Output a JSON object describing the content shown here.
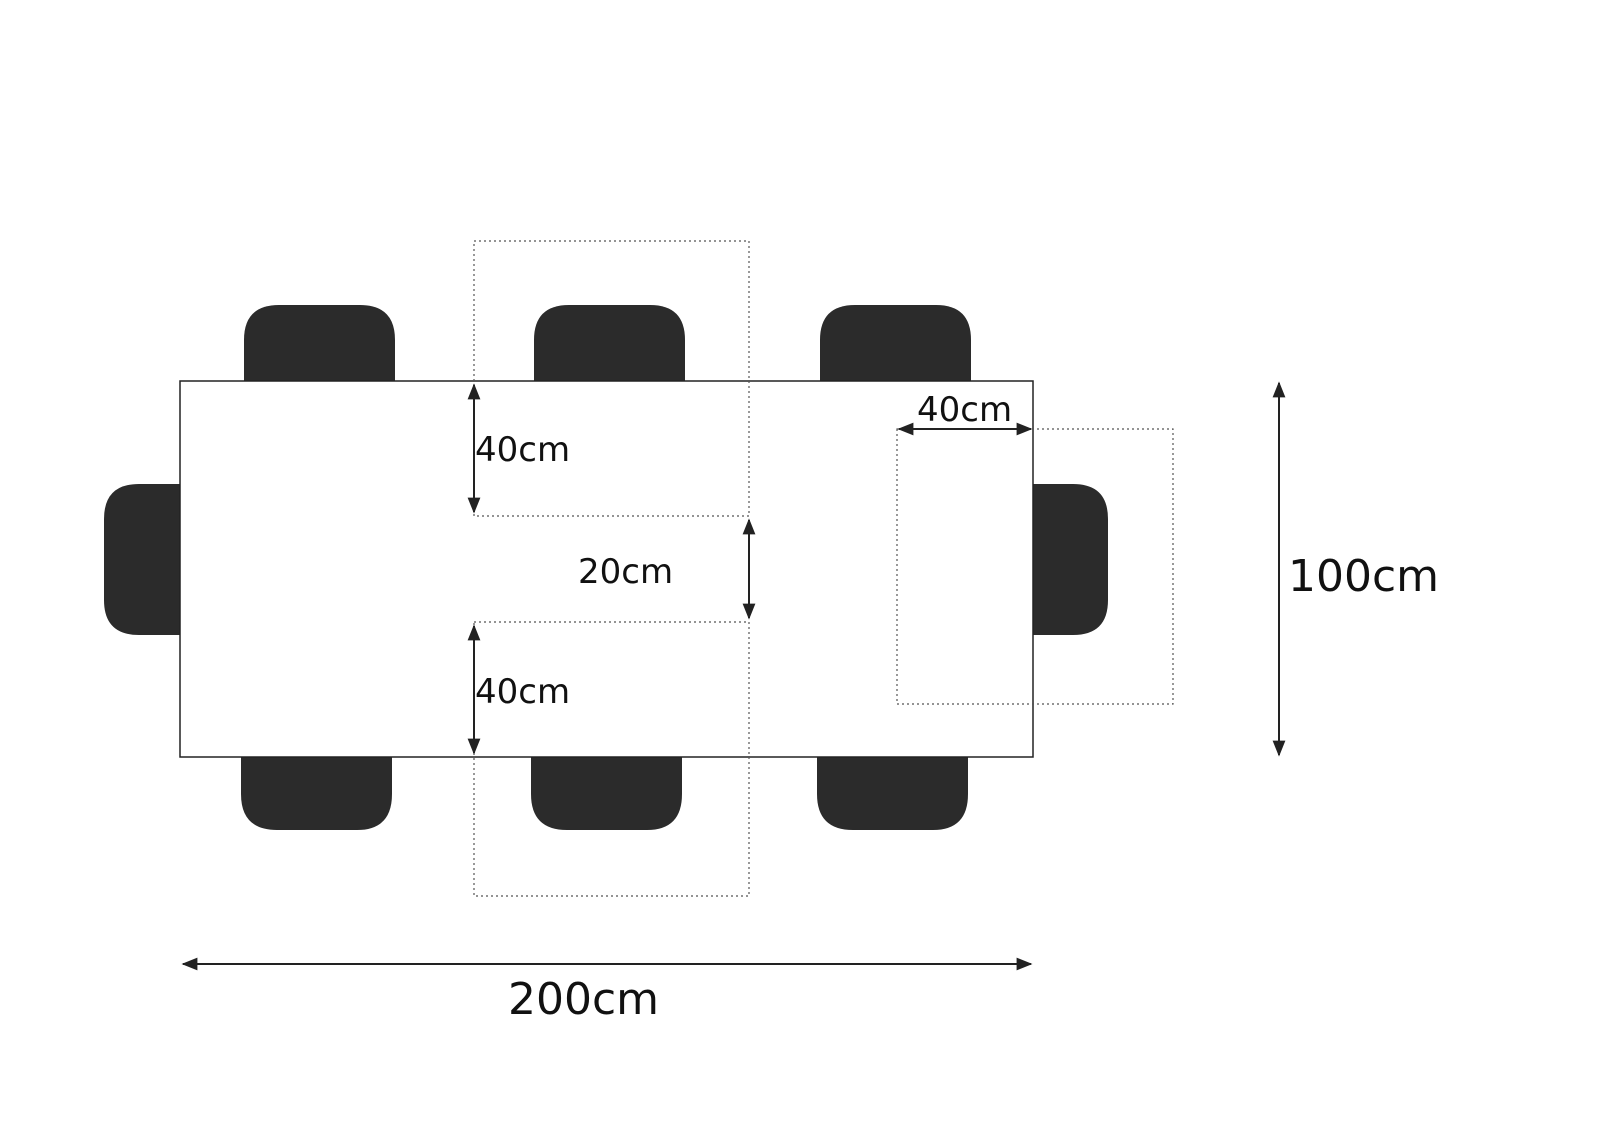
{
  "colors": {
    "background": "#ffffff",
    "chair": "#2b2b2b",
    "table_outline": "#222222",
    "zone_outline": "#555555",
    "dimension_line": "#222222"
  },
  "labels": {
    "seat_depth_top": "40cm",
    "seat_gap_middle": "20cm",
    "seat_depth_bottom": "40cm",
    "end_seat_depth": "40cm",
    "table_width": "100cm",
    "table_length": "200cm"
  },
  "icons": {
    "chair": "chair-icon",
    "arrow": "double-arrow"
  },
  "chairs": {
    "top_count": 3,
    "bottom_count": 3,
    "left_end_count": 1,
    "right_end_count": 1
  }
}
